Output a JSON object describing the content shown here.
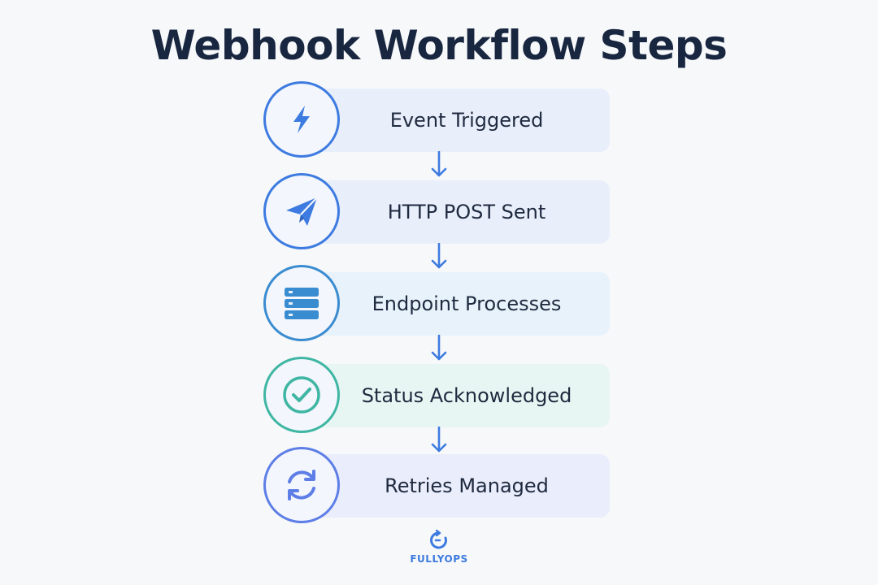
{
  "title": "Webhook Workflow Steps",
  "steps": [
    {
      "label": "Event Triggered",
      "icon": "lightning-bolt-icon",
      "color": "#3d7be0",
      "fill": "#e9eefb"
    },
    {
      "label": "HTTP POST Sent",
      "icon": "paper-plane-icon",
      "color": "#3d7be0",
      "fill": "#e9eefb"
    },
    {
      "label": "Endpoint Processes",
      "icon": "server-stack-icon",
      "color": "#3a8cd0",
      "fill": "#e8f2fa"
    },
    {
      "label": "Status Acknowledged",
      "icon": "checkmark-circle-icon",
      "color": "#3fb6a3",
      "fill": "#e8f6f3"
    },
    {
      "label": "Retries Managed",
      "icon": "refresh-cycle-icon",
      "color": "#5d7ee6",
      "fill": "#eaedfb"
    }
  ],
  "brand": {
    "name": "FULLYOPS",
    "color": "#3d7be0"
  }
}
